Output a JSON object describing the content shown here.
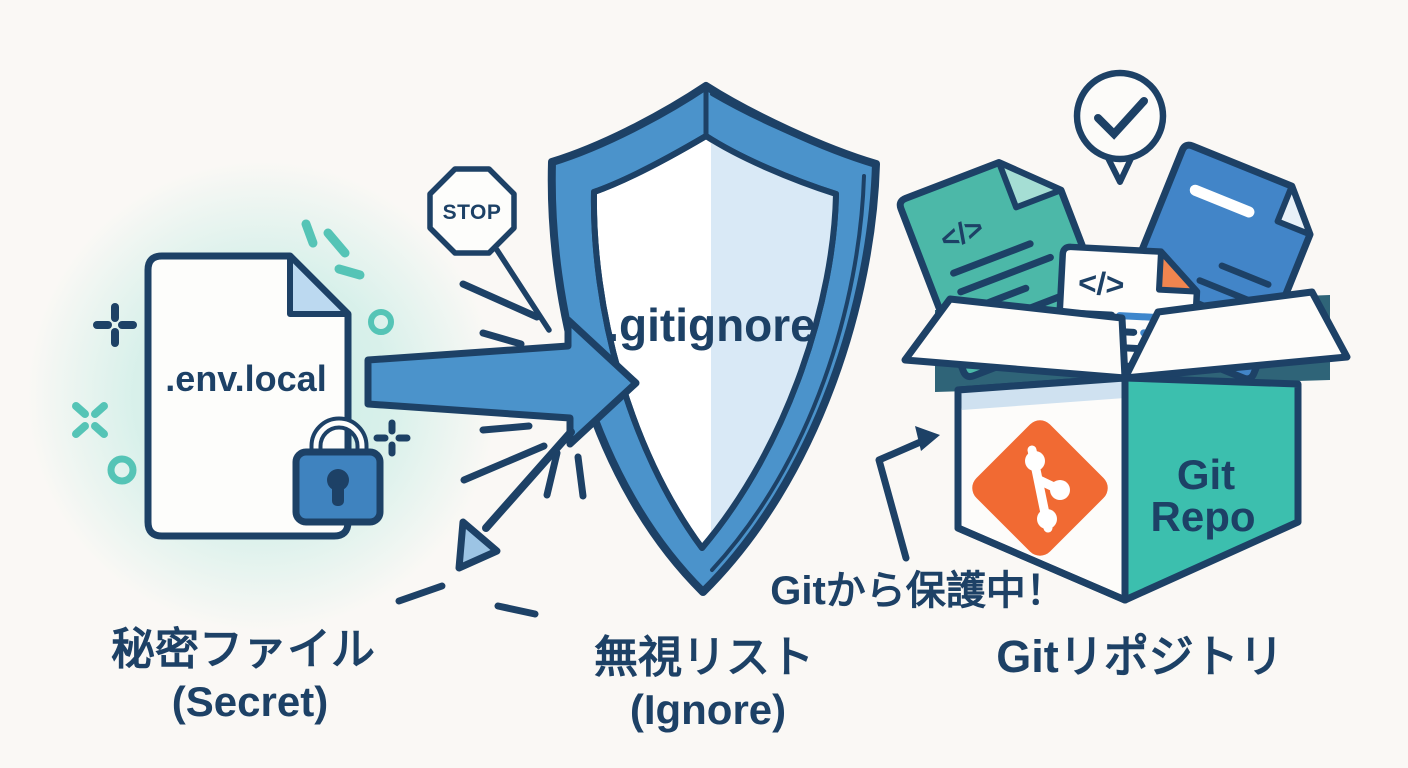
{
  "diagram_title": "gitignore protection diagram",
  "palette": {
    "navy": "#1d4166",
    "blue": "#4b93cb",
    "light_blue_fold": "#bcd9f0",
    "shield_inner_right": "#d9e9f6",
    "teal_doc": "#4cb8a8",
    "teal_glow": "#cdeee7",
    "box_teal": "#3cbfae",
    "git_orange": "#f16a33",
    "doc_fold_orange": "#f0854f",
    "background": "#faf8f5"
  },
  "secret_file": {
    "filename": ".env.local",
    "caption_line1": "秘密ファイル",
    "caption_line2": "(Secret)"
  },
  "stop_sign": {
    "label": "STOP"
  },
  "shield": {
    "filename": ".gitignore",
    "caption_line1": "無視リスト",
    "caption_line2": "(Ignore)"
  },
  "protection_note": {
    "text": "Gitから保護中！"
  },
  "repo_box": {
    "face_line1": "Git",
    "face_line2": "Repo",
    "caption": "Gitリポジトリ"
  },
  "code_glyphs": {
    "teal_doc": "</>",
    "white_doc": "</>"
  }
}
